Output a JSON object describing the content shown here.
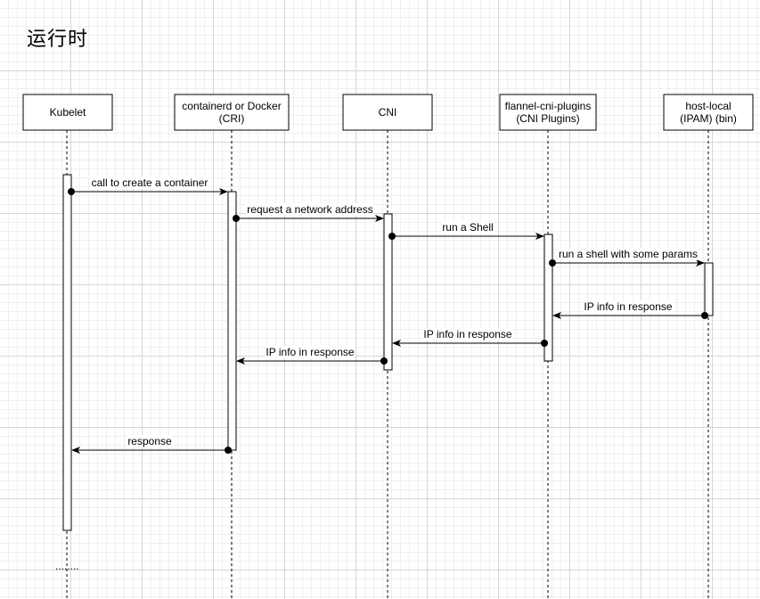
{
  "title": "运行时",
  "participants": [
    {
      "id": "kubelet",
      "lines": [
        "Kubelet"
      ]
    },
    {
      "id": "cri",
      "lines": [
        "containerd or Docker",
        "(CRI)"
      ]
    },
    {
      "id": "cni",
      "lines": [
        "CNI"
      ]
    },
    {
      "id": "flannel",
      "lines": [
        "flannel-cni-plugins",
        "(CNI Plugins)"
      ]
    },
    {
      "id": "hostlocal",
      "lines": [
        "host-local",
        "(IPAM) (bin)"
      ]
    }
  ],
  "messages": [
    {
      "id": "m1",
      "from": "kubelet",
      "to": "cri",
      "label": "call to create a container"
    },
    {
      "id": "m2",
      "from": "cri",
      "to": "cni",
      "label": "request a network address"
    },
    {
      "id": "m3",
      "from": "cni",
      "to": "flannel",
      "label": "run a Shell"
    },
    {
      "id": "m4",
      "from": "flannel",
      "to": "hostlocal",
      "label": "run a shell with some params"
    },
    {
      "id": "m5",
      "from": "hostlocal",
      "to": "flannel",
      "label": "IP info in response"
    },
    {
      "id": "m6",
      "from": "flannel",
      "to": "cni",
      "label": "IP info in response"
    },
    {
      "id": "m7",
      "from": "cni",
      "to": "cri",
      "label": "IP info in response"
    },
    {
      "id": "m8",
      "from": "cri",
      "to": "kubelet",
      "label": "response"
    }
  ],
  "footer_text": "........",
  "colors": {
    "stroke": "#000000",
    "box_fill": "#ffffff",
    "grid_major": "#d6d6d6",
    "grid_minor": "#efefef"
  }
}
